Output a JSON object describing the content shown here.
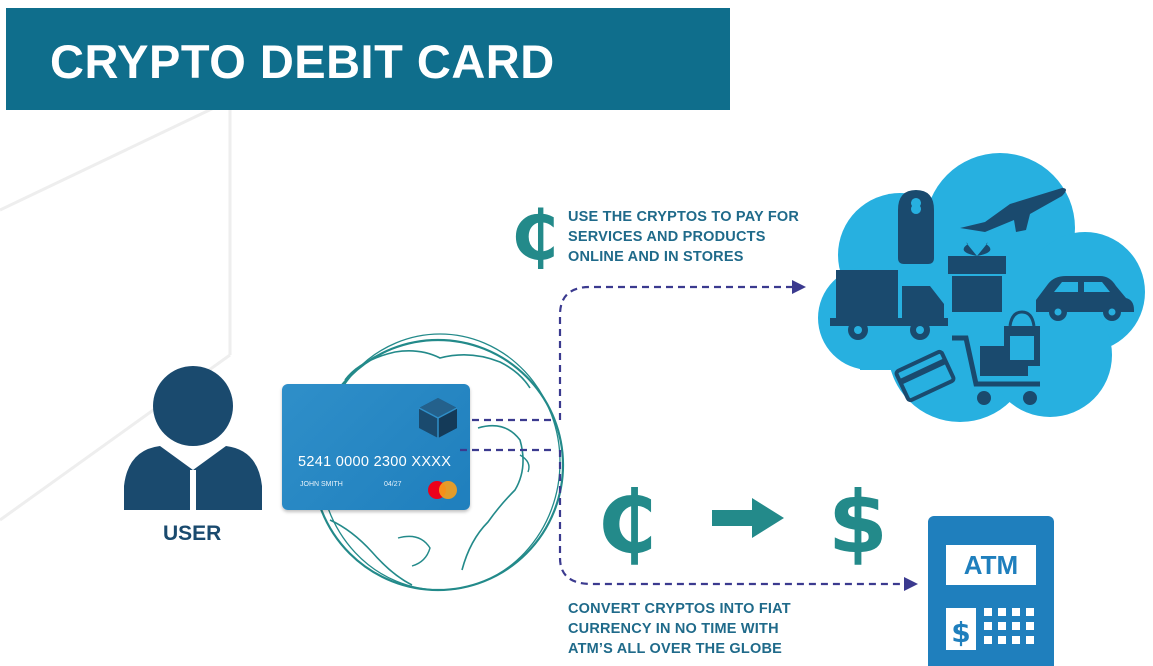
{
  "header": {
    "title": "CRYPTO DEBIT CARD"
  },
  "user": {
    "label": "USER"
  },
  "card": {
    "number": "5241 0000 2300 XXXX",
    "holder": "JOHN SMITH",
    "expiry": "04/27"
  },
  "captions": {
    "pay": [
      "USE THE CRYPTOS TO PAY FOR",
      "SERVICES AND PRODUCTS",
      "ONLINE AND IN STORES"
    ],
    "convert": [
      "CONVERT CRYPTOS INTO FIAT",
      "CURRENCY IN NO TIME WITH",
      "ATM’S ALL OVER THE GLOBE"
    ]
  },
  "symbols": {
    "crypto": "₵",
    "fiat": "$"
  },
  "atm": {
    "label": "ATM"
  },
  "colors": {
    "banner": "#0f6e8c",
    "user": "#1a4a6e",
    "cloud": "#27b0e0",
    "accent_teal": "#238a8a",
    "card": "#1f7fbd",
    "arrow": "#3b3a8f"
  },
  "icons": [
    "user-icon",
    "globe-icon",
    "credit-card-icon",
    "cube-icon",
    "cloud-icon",
    "door-hanger-icon",
    "airplane-icon",
    "gift-icon",
    "truck-icon",
    "car-icon",
    "shopping-cart-icon",
    "atm-icon",
    "arrow-right-icon"
  ]
}
